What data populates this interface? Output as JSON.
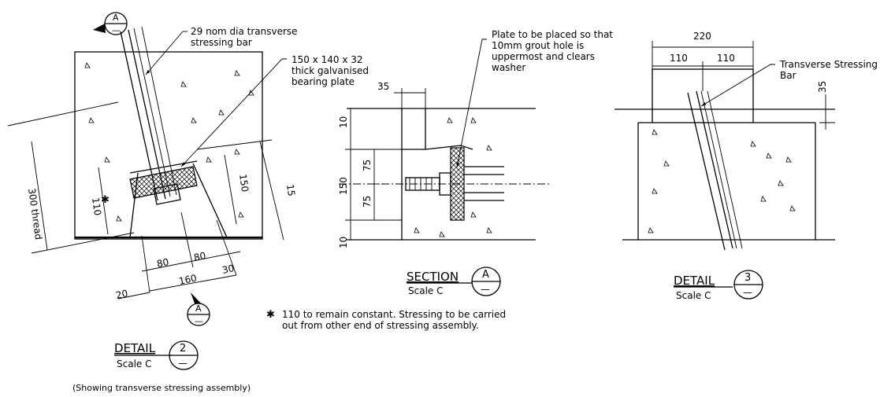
{
  "detail2": {
    "bar_note_line1": "29 nom dia transverse",
    "bar_note_line2": "stressing bar",
    "plate_note_line1": "150 x 140 x 32",
    "plate_note_line2": "thick galvanised",
    "plate_note_line3": "bearing plate",
    "dim_300": "300 thread",
    "dim_110": "110",
    "dim_150": "150",
    "dim_15": "15",
    "dim_80a": "80",
    "dim_80b": "80",
    "dim_30": "30",
    "dim_160": "160",
    "dim_20": "20",
    "section_marker_letter": "A",
    "section_marker_dash": "—",
    "title": "DETAIL",
    "number": "2",
    "dash": "—",
    "scale": "Scale C",
    "caption": "(Showing transverse stressing assembly)",
    "asterisk": "✱"
  },
  "sectionA": {
    "plate_note_line1": "Plate to be placed so that",
    "plate_note_line2": "10mm grout hole is",
    "plate_note_line3": "uppermost and clears",
    "plate_note_line4": "washer",
    "dim_35": "35",
    "dim_10_top": "10",
    "dim_150": "150",
    "dim_75a": "75",
    "dim_75b": "75",
    "dim_10_bottom": "10",
    "title": "SECTION",
    "letter": "A",
    "dash": "—",
    "scale": "Scale C"
  },
  "detail3": {
    "dim_220": "220",
    "dim_110a": "110",
    "dim_110b": "110",
    "dim_35": "35",
    "bar_note_line1": "Transverse Stressing",
    "bar_note_line2": "Bar",
    "title": "DETAIL",
    "number": "3",
    "dash": "—",
    "scale": "Scale C"
  },
  "footnote": {
    "asterisk": "✱",
    "line1": "110 to remain constant.  Stressing to be carried",
    "line2": "out from other end of stressing assembly."
  }
}
